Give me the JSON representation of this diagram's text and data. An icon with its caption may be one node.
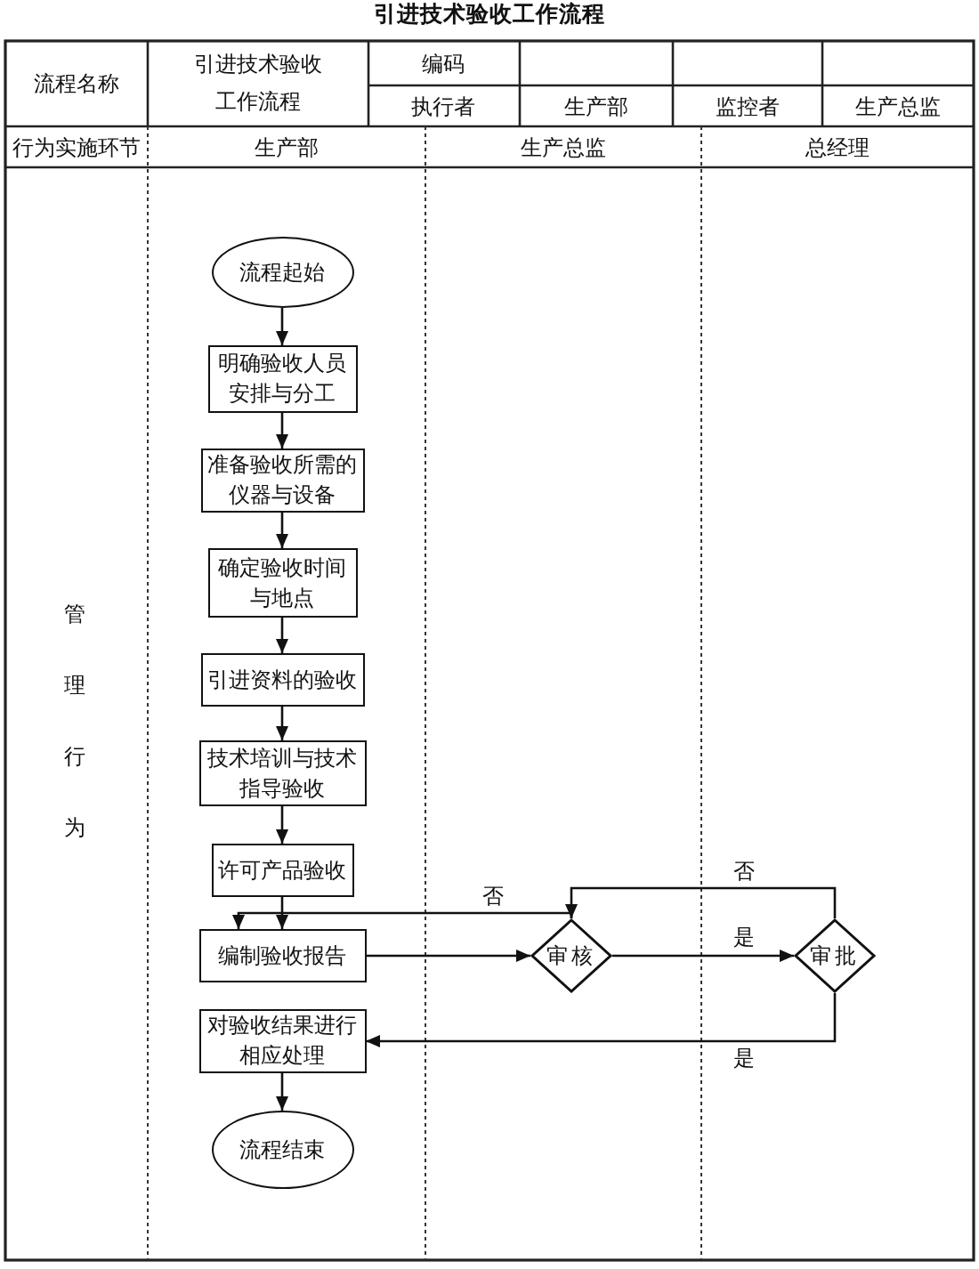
{
  "diagram": {
    "title": "引进技术验收工作流程",
    "nodes": [
      {
        "text": [
          "流程起始"
        ]
      },
      {
        "text": [
          "明确验收人员安排与分工"
        ]
      },
      {
        "text": [
          "准备验收所需的仪器与设备"
        ]
      },
      {
        "text": [
          "确定验收时间与地点"
        ]
      },
      {
        "text": [
          "引进资料的验收"
        ]
      },
      {
        "text": [
          "技术培训与技术指导验收"
        ]
      },
      {
        "text": [
          "许可产品验收"
        ]
      },
      {
        "text": [
          "编制验收报告"
        ]
      },
      {
        "text": [
          "审核"
        ]
      },
      {
        "text": [
          "审批"
        ]
      },
      {
        "text": [
          "对验收结果进行相应处理"
        ]
      },
      {
        "text": [
          "流程结束"
        ]
      }
    ],
    "edges": [
      {
        "from": 0,
        "to": 1,
        "arrow": "to"
      },
      {
        "from": 1,
        "to": 2,
        "arrow": "to"
      },
      {
        "from": 2,
        "to": 3,
        "arrow": "to"
      },
      {
        "from": 3,
        "to": 4,
        "arrow": "to"
      },
      {
        "from": 4,
        "to": 5,
        "arrow": "to"
      },
      {
        "from": 5,
        "to": 6,
        "arrow": "to"
      },
      {
        "from": 6,
        "to": 7,
        "arrow": "to"
      },
      {
        "from": 7,
        "to": 8,
        "arrow": "to"
      },
      {
        "from": 8,
        "to": 7,
        "arrow": "to",
        "label": "否"
      },
      {
        "from": 8,
        "to": 9,
        "arrow": "to",
        "label": "是"
      },
      {
        "from": 9,
        "to": 8,
        "arrow": "to",
        "label": "否"
      },
      {
        "from": 9,
        "to": 10,
        "arrow": "to",
        "label": "是"
      },
      {
        "from": 10,
        "to": 11,
        "arrow": "to"
      }
    ],
    "labels": [
      "流程名称",
      "引进技术验收工作流程",
      "编码",
      "执行者",
      "生产部",
      "监控者",
      "生产总监",
      "行为实施环节",
      "生产部",
      "生产总监",
      "总经理",
      "管理行为"
    ]
  }
}
